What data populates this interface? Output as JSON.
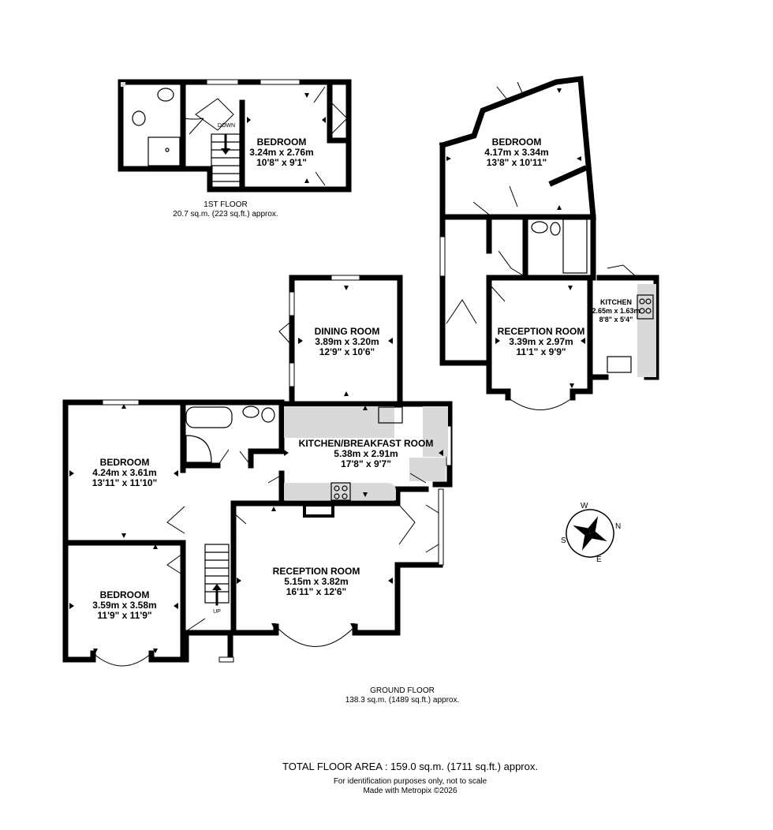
{
  "first_floor": {
    "bedroom": {
      "name": "BEDROOM",
      "metric": "3.24m  x 2.76m",
      "imperial": "10'8\"  x 9'1\""
    },
    "down_label": "DOWN",
    "floor_name": "1ST FLOOR",
    "floor_area": "20.7 sq.m. (223 sq.ft.) approx."
  },
  "ground_floor": {
    "dining_room": {
      "name": "DINING ROOM",
      "metric": "3.89m  x 3.20m",
      "imperial": "12'9\"  x 10'6\""
    },
    "kitchen_breakfast": {
      "name": "KITCHEN/BREAKFAST ROOM",
      "metric": "5.38m  x 2.91m",
      "imperial": "17'8\"  x 9'7\""
    },
    "bedroom_1": {
      "name": "BEDROOM",
      "metric": "4.24m  x 3.61m",
      "imperial": "13'11\"  x 11'10\""
    },
    "bedroom_2": {
      "name": "BEDROOM",
      "metric": "3.59m  x 3.58m",
      "imperial": "11'9\"  x 11'9\""
    },
    "reception_room": {
      "name": "RECEPTION ROOM",
      "metric": "5.15m  x 3.82m",
      "imperial": "16'11\"  x 12'6\""
    },
    "up_label": "UP",
    "floor_name": "GROUND FLOOR",
    "floor_area": "138.3 sq.m. (1489 sq.ft.) approx."
  },
  "annex": {
    "bedroom": {
      "name": "BEDROOM",
      "metric": "4.17m  x 3.34m",
      "imperial": "13'8\"  x 10'11\""
    },
    "reception_room": {
      "name": "RECEPTION ROOM",
      "metric": "3.39m  x 2.97m",
      "imperial": "11'1\"  x 9'9\""
    },
    "kitchen": {
      "name": "KITCHEN",
      "metric": "2.65m  x 1.63m",
      "imperial": "8'8\"  x 5'4\""
    }
  },
  "compass": {
    "letters": [
      "N",
      "E",
      "S",
      "W"
    ],
    "icon": "compass-rose-icon"
  },
  "footer": {
    "total": "TOTAL FLOOR AREA : 159.0 sq.m. (1711 sq.ft.) approx.",
    "note1": "For identification purposes only, not to scale",
    "note2": "Made with Metropix ©2026"
  }
}
